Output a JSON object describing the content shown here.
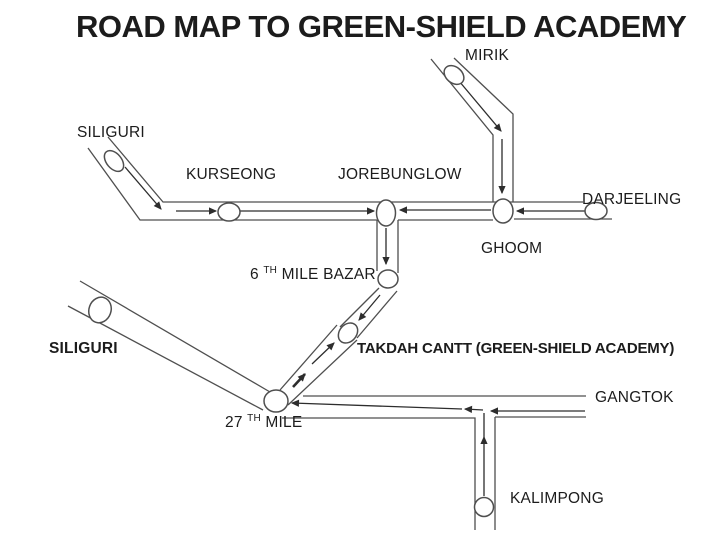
{
  "title": "ROAD MAP TO GREEN-SHIELD ACADEMY",
  "colors": {
    "background": "#ffffff",
    "ink": "#1c1c1c",
    "line": "#4f4f4f",
    "arrow": "#2d2d2d"
  },
  "places": {
    "mirik": {
      "label": "MIRIK"
    },
    "siliguri_top": {
      "label": "SILIGURI"
    },
    "kurseong": {
      "label": "KURSEONG"
    },
    "jorebunglow": {
      "label": "JOREBUNGLOW"
    },
    "darjeeling": {
      "label": "DARJEELING"
    },
    "ghoom": {
      "label": "GHOOM"
    },
    "sixth_mile_bazar": {
      "base": "6",
      "sup": "TH",
      "rest": " MILE BAZAR"
    },
    "siliguri_bottom": {
      "label": "SILIGURI"
    },
    "takdah_cantt": {
      "label": "TAKDAH CANTT (GREEN-SHIELD ACADEMY)"
    },
    "gangtok": {
      "label": "GANGTOK"
    },
    "mile_27": {
      "base": "27",
      "sup": "TH",
      "rest": " MILE"
    },
    "kalimpong": {
      "label": "KALIMPONG"
    }
  },
  "routes": [
    {
      "from": "SILIGURI (top)",
      "to": "KURSEONG"
    },
    {
      "from": "KURSEONG",
      "to": "JOREBUNGLOW"
    },
    {
      "from": "MIRIK",
      "to": "GHOOM"
    },
    {
      "from": "DARJEELING",
      "to": "GHOOM"
    },
    {
      "from": "GHOOM",
      "to": "JOREBUNGLOW"
    },
    {
      "from": "JOREBUNGLOW",
      "to": "6TH MILE BAZAR"
    },
    {
      "from": "6TH MILE BAZAR",
      "to": "TAKDAH CANTT (GREEN-SHIELD ACADEMY)"
    },
    {
      "from": "SILIGURI (bottom)",
      "to": "27TH MILE"
    },
    {
      "from": "27TH MILE",
      "to": "TAKDAH CANTT (GREEN-SHIELD ACADEMY)"
    },
    {
      "from": "GANGTOK",
      "to": "27TH MILE"
    },
    {
      "from": "KALIMPONG",
      "to": "27TH MILE"
    }
  ]
}
